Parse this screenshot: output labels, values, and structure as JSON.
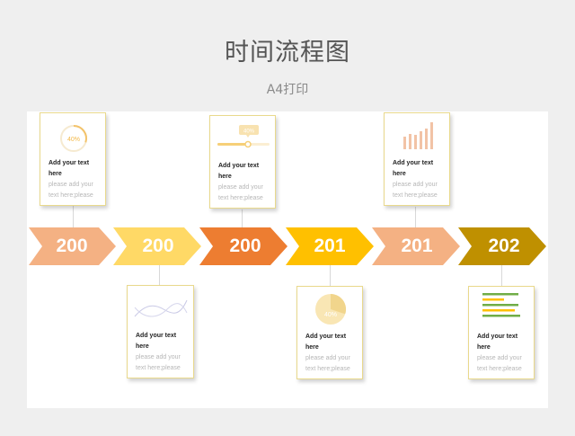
{
  "page": {
    "title": "时间流程图",
    "subtitle": "A4打印"
  },
  "colors": {
    "arrows": [
      "#f4b183",
      "#ffd966",
      "#ed7d31",
      "#ffc000",
      "#f4b183",
      "#bf9000"
    ],
    "card_border": "#e9d98c"
  },
  "timeline": {
    "steps": [
      {
        "label": "200"
      },
      {
        "label": "200"
      },
      {
        "label": "200"
      },
      {
        "label": "201"
      },
      {
        "label": "201"
      },
      {
        "label": "202"
      }
    ]
  },
  "cards": [
    {
      "icon": "progress-ring-icon",
      "icon_text": "40%",
      "heading": "Add your  text here",
      "body": "please add your text here;please"
    },
    {
      "icon": "wave-chart-icon",
      "heading": "Add your  text here",
      "body": "please add your text here;please"
    },
    {
      "icon": "slider-icon",
      "icon_text": "40%",
      "heading": "Add your  text here",
      "body": "please add your text here;please"
    },
    {
      "icon": "pie-chart-icon",
      "icon_text": "40%",
      "heading": "Add your  text here",
      "body": "please add your text here;please"
    },
    {
      "icon": "bar-chart-icon",
      "heading": "Add your  text here",
      "body": "please add your text here;please"
    },
    {
      "icon": "horizontal-bars-icon",
      "heading": "Add your  text here",
      "body": "please add your text here;please"
    }
  ]
}
